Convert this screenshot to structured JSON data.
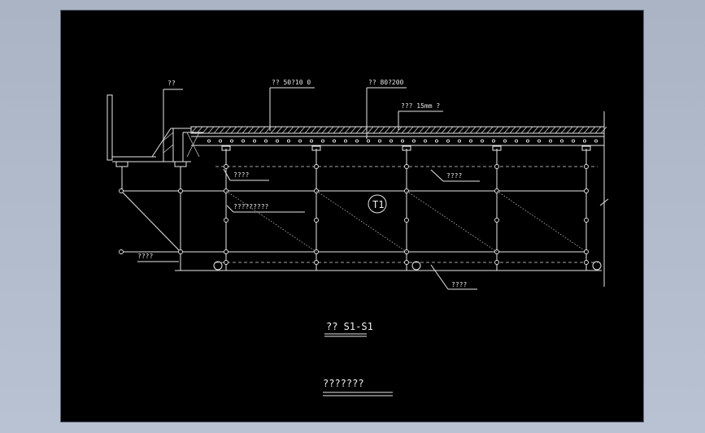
{
  "labels": {
    "top_left": "??",
    "top_mid": "?? 50?10 0",
    "top_right": "?? 80?200",
    "board": "??? 15mm ?",
    "left_upper": "????",
    "left_diag": "?????????",
    "right_upper": "????",
    "left_bottom": "????",
    "right_bottom": "????",
    "circle_tag": "T1"
  },
  "titles": {
    "section": "?? S1-S1",
    "drawing": "???????"
  },
  "colors": {
    "background": "#000000",
    "line": "#e8e8e8",
    "window": "#aab4c4"
  }
}
